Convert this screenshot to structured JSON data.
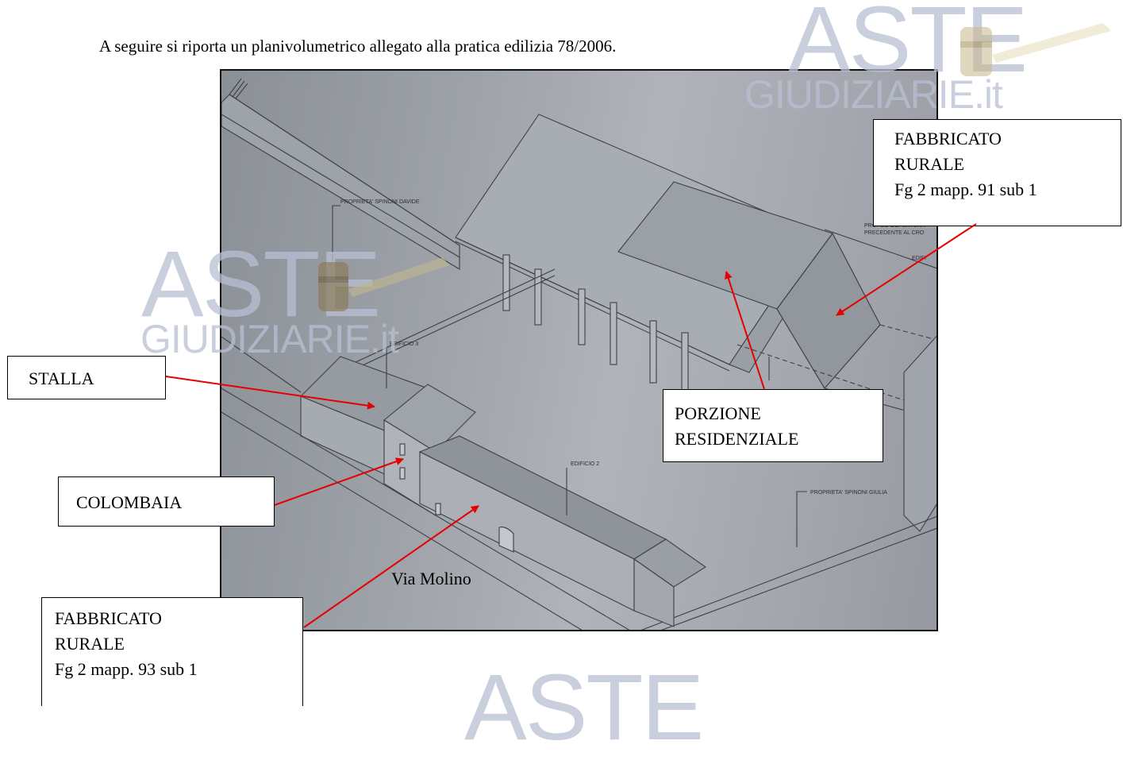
{
  "document": {
    "intro_text": "A seguire si riporta un planivolumetrico allegato alla pratica edilizia 78/2006."
  },
  "drawing": {
    "street_label": "Via Molino",
    "tiny_labels": {
      "owner_top": "PROPRIETA' SPINONI DAVIDE",
      "owner_bottom": "PROPRIETA' SPINONI GIULIA",
      "building_3": "EDIFICIO 3",
      "building_2": "EDIFICIO 2",
      "roof_profile_line1": "PROFILO COPERTURA",
      "roof_profile_line2": "PRECEDENTE AL CRO",
      "building_edge": "EDIFI"
    }
  },
  "callouts": {
    "fabbricato_top": {
      "line1": "FABBRICATO",
      "line2": "RURALE",
      "line3": "Fg 2 mapp. 91 sub 1"
    },
    "porzione": {
      "line1": "PORZIONE",
      "line2": "RESIDENZIALE"
    },
    "stalla": {
      "line1": "STALLA"
    },
    "colombaia": {
      "line1": "COLOMBAIA"
    },
    "fabbricato_bottom": {
      "line1": "FABBRICATO",
      "line2": "RURALE",
      "line3": "Fg 2 mapp. 93 sub 1"
    }
  },
  "watermark": {
    "brand_top": "ASTE",
    "brand_bottom": "GIUDIZIARIE.it"
  },
  "colors": {
    "arrow": "#e60000",
    "watermark": "#b9c0d4",
    "photo_bg": "#a3a7ad"
  },
  "icons": [
    "gavel-icon"
  ]
}
